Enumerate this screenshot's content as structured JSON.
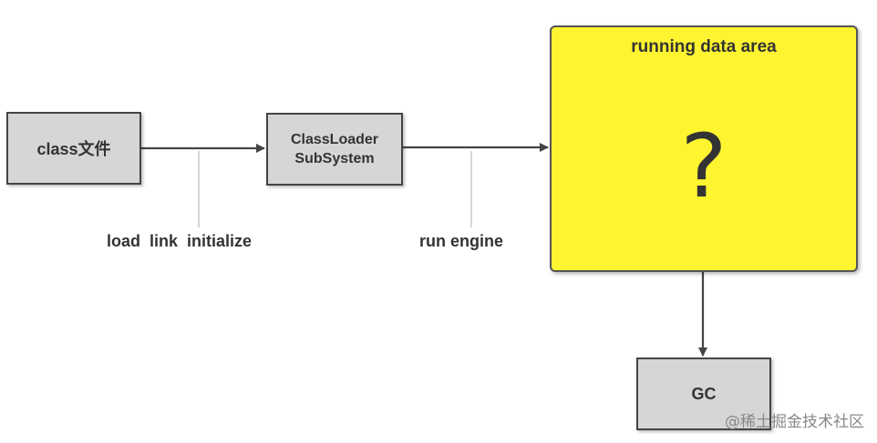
{
  "nodes": {
    "class_file": "class文件",
    "classloader_line1": "ClassLoader",
    "classloader_line2": "SubSystem",
    "runtime_title": "running data area",
    "runtime_symbol": "?",
    "gc": "GC"
  },
  "edge_labels": {
    "loader_steps": "load  link  initialize",
    "engine": "run engine"
  },
  "colors": {
    "runtime_area_fill": "#fff430",
    "box_fill": "#d6d6d6",
    "line": "#444444"
  },
  "watermark": "@稀土掘金技术社区"
}
